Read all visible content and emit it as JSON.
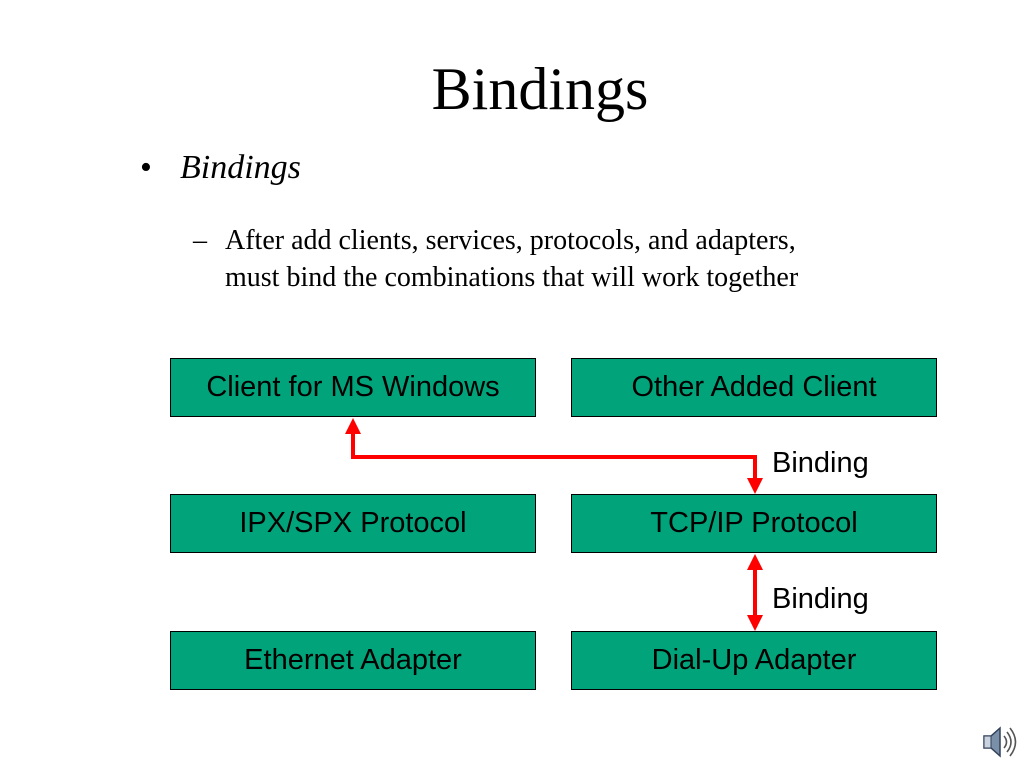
{
  "slide": {
    "title": "Bindings",
    "bullet": {
      "marker": "•",
      "text": "Bindings"
    },
    "sub_bullet": {
      "marker": "–",
      "lines": [
        "After add clients, services, protocols, and adapters,",
        "must bind the combinations that will work together"
      ]
    }
  },
  "diagram": {
    "boxes": {
      "client_ms_windows": "Client for MS Windows",
      "other_added_client": "Other Added Client",
      "ipx_spx_protocol": "IPX/SPX Protocol",
      "tcp_ip_protocol": "TCP/IP Protocol",
      "ethernet_adapter": "Ethernet Adapter",
      "dial_up_adapter": "Dial-Up Adapter"
    },
    "binding_labels": [
      "Binding",
      "Binding"
    ],
    "bindings": [
      {
        "from": "TCP/IP Protocol",
        "to": "Client for MS Windows",
        "label": "Binding"
      },
      {
        "from": "TCP/IP Protocol",
        "to": "Dial-Up Adapter",
        "label": "Binding"
      }
    ]
  },
  "colors": {
    "box_fill": "#00a37a",
    "box_border": "#000000",
    "arrow": "#ff0000",
    "text": "#000000",
    "background": "#ffffff"
  },
  "icons": {
    "speaker": "speaker-icon"
  }
}
